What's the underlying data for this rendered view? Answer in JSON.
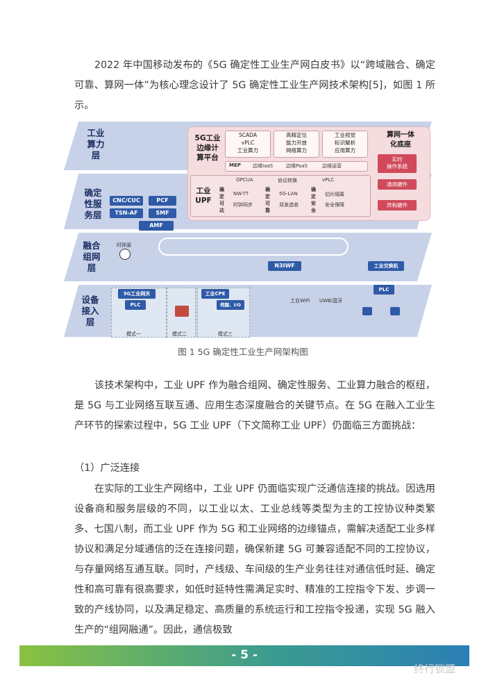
{
  "paragraph1": "2022 年中国移动发布的《5G 确定性工业生产网白皮书》以“跨域融合、确定可靠、算网一体”为核心理念设计了 5G 确定性工业生产网技术架构[5]，如图 1 所示。",
  "figure": {
    "layers": {
      "compute": "工业\n算力\n层",
      "service": "确定\n性服\n务层",
      "network": "融合\n组网\n层",
      "access": "设备\n接入\n层"
    },
    "edge_platform": {
      "title": "5G工业\n边缘计\n算平台",
      "box1": "SCADA\nvPLC\n工业算力",
      "box2": "高精定位\n能力开放\n网络算力",
      "box3": "工业视觉\n标识解析\n应用算力",
      "mep": "MEP",
      "iaas": "边缘IaaS",
      "paas": "边缘PaaS",
      "ops": "边缘运营"
    },
    "right_panel": {
      "title": "算网一体\n化底座",
      "item1": "实时\n操作系统",
      "item2": "通用硬件",
      "item3": "异构硬件"
    },
    "upf": {
      "title": "工业\nUPF",
      "top1": "OPCUA",
      "top2": "协议转换",
      "top3": "vPLC",
      "tag1": "确定可达",
      "tag2": "确定可靠",
      "tag3": "确定安全",
      "row1a": "NW-TT",
      "row1b": "5G-LAN",
      "row1c": "切片隔离",
      "row2a": "时钟同步",
      "row2b": "双发选收",
      "row2c": "安全保障"
    },
    "service_nodes": {
      "cnc": "CNC/CUC",
      "pcf": "PCF",
      "tsn": "TSN-AF",
      "smf": "SMF",
      "amf": "AMF"
    },
    "network": {
      "clock": "时钟源",
      "n3iwf": "N3IWF",
      "switch": "工业交换机"
    },
    "access": {
      "gw": "5G工业网关",
      "plc": "PLC",
      "cpe": "工业CPE",
      "plc2": "PLC",
      "wifi": "工业WiFi",
      "uwb": "UWB/蓝牙",
      "mode1": "模式一",
      "mode2": "模式二",
      "mode3": "模式三",
      "servo": "伺服、I/O"
    }
  },
  "caption": "图 1  5G 确定性工业生产网架构图",
  "paragraph2": "该技术架构中，工业 UPF 作为融合组网、确定性服务、工业算力融合的枢纽，是 5G 与工业网络互联互通、应用生态深度融合的关键节点。在 5G 在融入工业生产环节的探索过程中，5G 工业 UPF（下文简称工业 UPF）仍面临三方面挑战：",
  "section_heading": "（1）广泛连接",
  "paragraph3": "在实际的工业生产网络中，工业 UPF 仍面临实现广泛通信连接的挑战。因选用设备商和服务层级的不同，以工业以太、工业总线等类型为主的工控协议种类繁多、七国八制，而工业 UPF 作为 5G 和工业网络的边缘锚点，需解决适配工业多样协议和满足分域通信的泛在连接问题，确保新建 5G 可兼容适配不同的工控协议，与存量网络互通互联。同时，产线级、车间级的生产业务往往对通信低时延、确定性和高可靠有很高要求，如低时延特性需满足实时、精准的工控指令下发、步调一致的产线协同，以及满足稳定、高质量的系统运行和工控指令投递，实现 5G 融入生产的“组网融通”。因此，通信极致",
  "page_number": "- 5 -",
  "watermark": "终行锁盟"
}
